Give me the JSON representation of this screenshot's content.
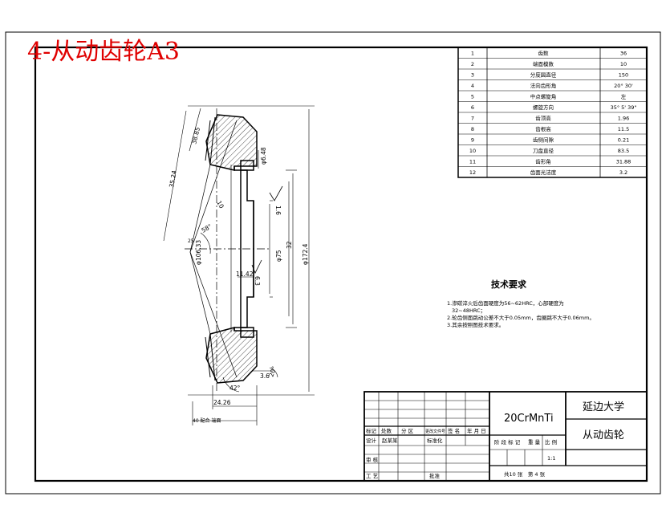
{
  "title": "4-从动齿轮A3",
  "param_table": [
    {
      "no": "1",
      "name": "齿数",
      "value": "36"
    },
    {
      "no": "2",
      "name": "端面模数",
      "value": "10"
    },
    {
      "no": "3",
      "name": "分度圆直径",
      "value": "150"
    },
    {
      "no": "4",
      "name": "法向齿形角",
      "value": "20° 30'"
    },
    {
      "no": "5",
      "name": "中点螺旋角",
      "value": "左"
    },
    {
      "no": "6",
      "name": "螺旋方向",
      "value": "35° 5' 39\""
    },
    {
      "no": "7",
      "name": "齿顶高",
      "value": "1.96"
    },
    {
      "no": "8",
      "name": "齿根高",
      "value": "11.5"
    },
    {
      "no": "9",
      "name": "齿侧间隙",
      "value": "0.21"
    },
    {
      "no": "10",
      "name": "刀盘直径",
      "value": "83.5"
    },
    {
      "no": "11",
      "name": "齿形角",
      "value": "31.88"
    },
    {
      "no": "12",
      "name": "齿面光洁度",
      "value": "3.2"
    }
  ],
  "dimensions": {
    "d1": "38.85",
    "d2": "35.24",
    "d3": "φ6.48",
    "d4": "φ106.33",
    "d5": "φ75",
    "d6": "φ172.4",
    "d7": "32",
    "d8": "11.42",
    "d9": "3.6",
    "d10": "24.26",
    "d11": "40 配合 端面",
    "a1": "58°",
    "a2": "42°",
    "a3": "20°",
    "r1": "1.6",
    "r2": "6.3",
    "c1": "10",
    "c2": "25"
  },
  "tech_req": {
    "heading": "技术要求",
    "lines": [
      "1.渗碳淬火后齿面硬度为56~62HRC，心部硬度为",
      "32~48HRC；",
      "2.轮齿侧面跳动公差不大于0.05mm，齿圈跳不大于0.06mm。",
      "3.其余按照图技术要求。"
    ]
  },
  "title_block": {
    "material": "20CrMnTi",
    "school": "延边大学",
    "part_name": "从动齿轮",
    "labels": {
      "mark": "标记",
      "count": "处数",
      "zone": "分 区",
      "doc": "更改文件号",
      "sign": "签 名",
      "date": "年 月 日",
      "design": "设计",
      "std": "标准化",
      "stage": "阶 段 标 记",
      "weight": "重 量",
      "scale": "比 例",
      "review": "审 核",
      "process": "工 艺",
      "approve": "批准"
    },
    "designer": "赵某某",
    "scale_value": "1:1",
    "sheet_info": "共10 张　第 4 张"
  }
}
